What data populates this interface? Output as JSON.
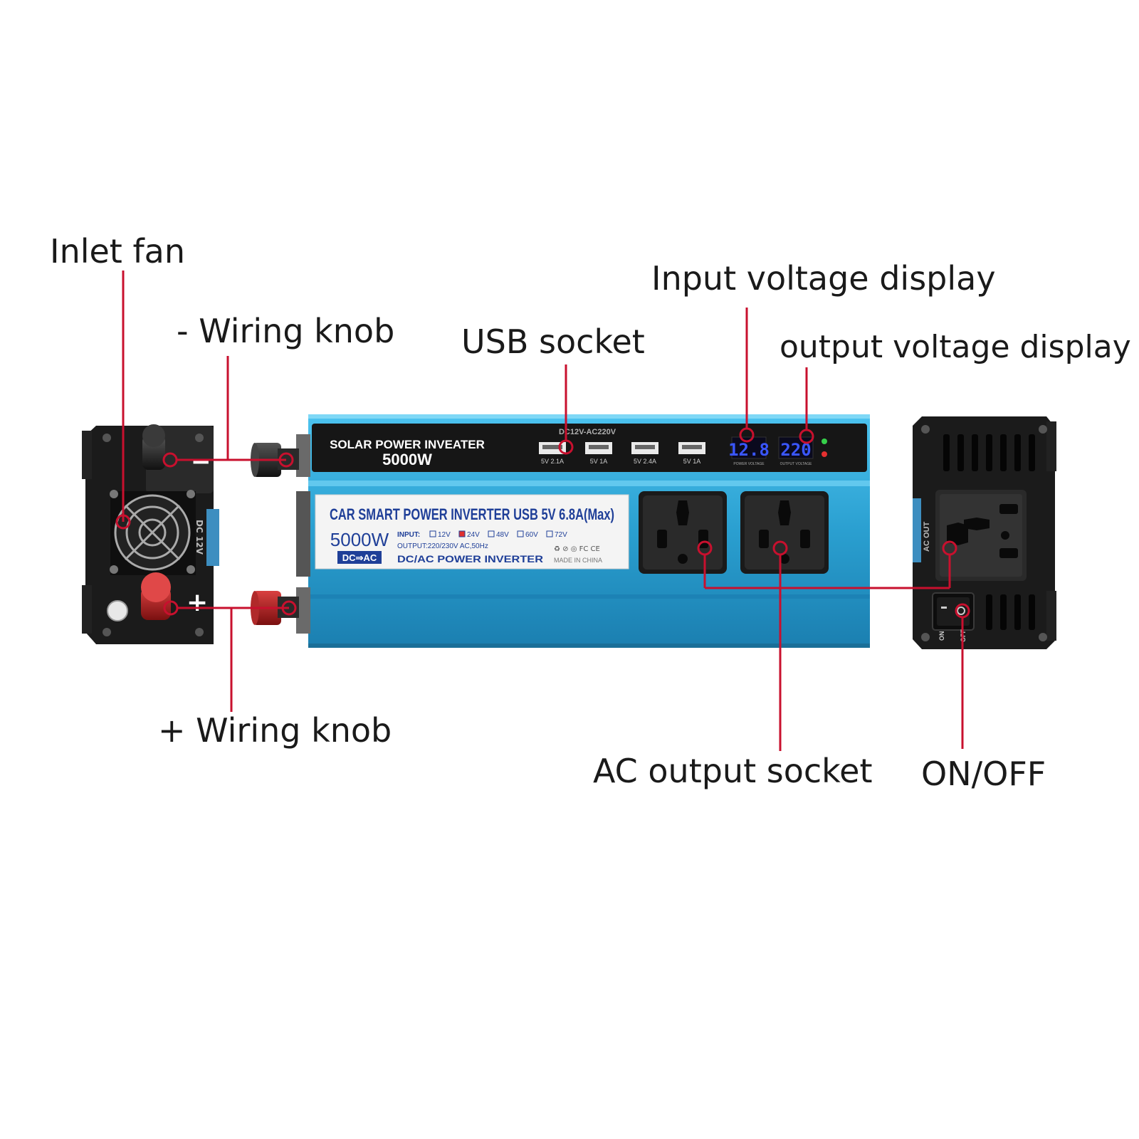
{
  "callouts": {
    "inlet_fan": "Inlet fan",
    "neg_knob": "- Wiring knob",
    "usb_socket": "USB socket",
    "input_display": "Input voltage display",
    "output_display": "output voltage display",
    "pos_knob": "+ Wiring knob",
    "ac_output": "AC output socket",
    "on_off": "ON/OFF"
  },
  "device": {
    "top_brand": "SOLAR POWER INVEATER",
    "top_power": "5000W",
    "range_label": "DC12V-AC220V",
    "usb_ports": [
      "5V 2.1A",
      "5V 1A",
      "5V 2.4A",
      "5V 1A"
    ],
    "input_display_value": "12.8",
    "output_display_value": "220",
    "input_display_caption": "POWER VOLTAGE",
    "output_display_caption": "OUTPUT VOLTAGE",
    "sticker": {
      "headline": "CAR SMART POWER INVERTER USB 5V 6.8A(Max)",
      "power": "5000W",
      "badge": "DC⇒AC",
      "input_prefix": "INPUT:",
      "input_options": [
        "12V",
        "24V",
        "48V",
        "60V",
        "72V"
      ],
      "output": "OUTPUT:220/230V AC,50Hz",
      "product": "DC/AC POWER INVERTER",
      "certs": "♻ ⊘ ◎ FC CE",
      "origin": "MADE IN CHINA"
    },
    "left_panel": {
      "dc_label": "DC 12V",
      "minus": "−",
      "plus": "+"
    },
    "right_panel": {
      "ac_out": "AC OUT",
      "switch_on": "ON",
      "switch_off": "OFF"
    }
  },
  "colors": {
    "callout_line": "#c8102e",
    "body_blue": "#2a9fd0",
    "panel_black": "#1b1b1b",
    "lcd_blue": "#3a56ff"
  }
}
